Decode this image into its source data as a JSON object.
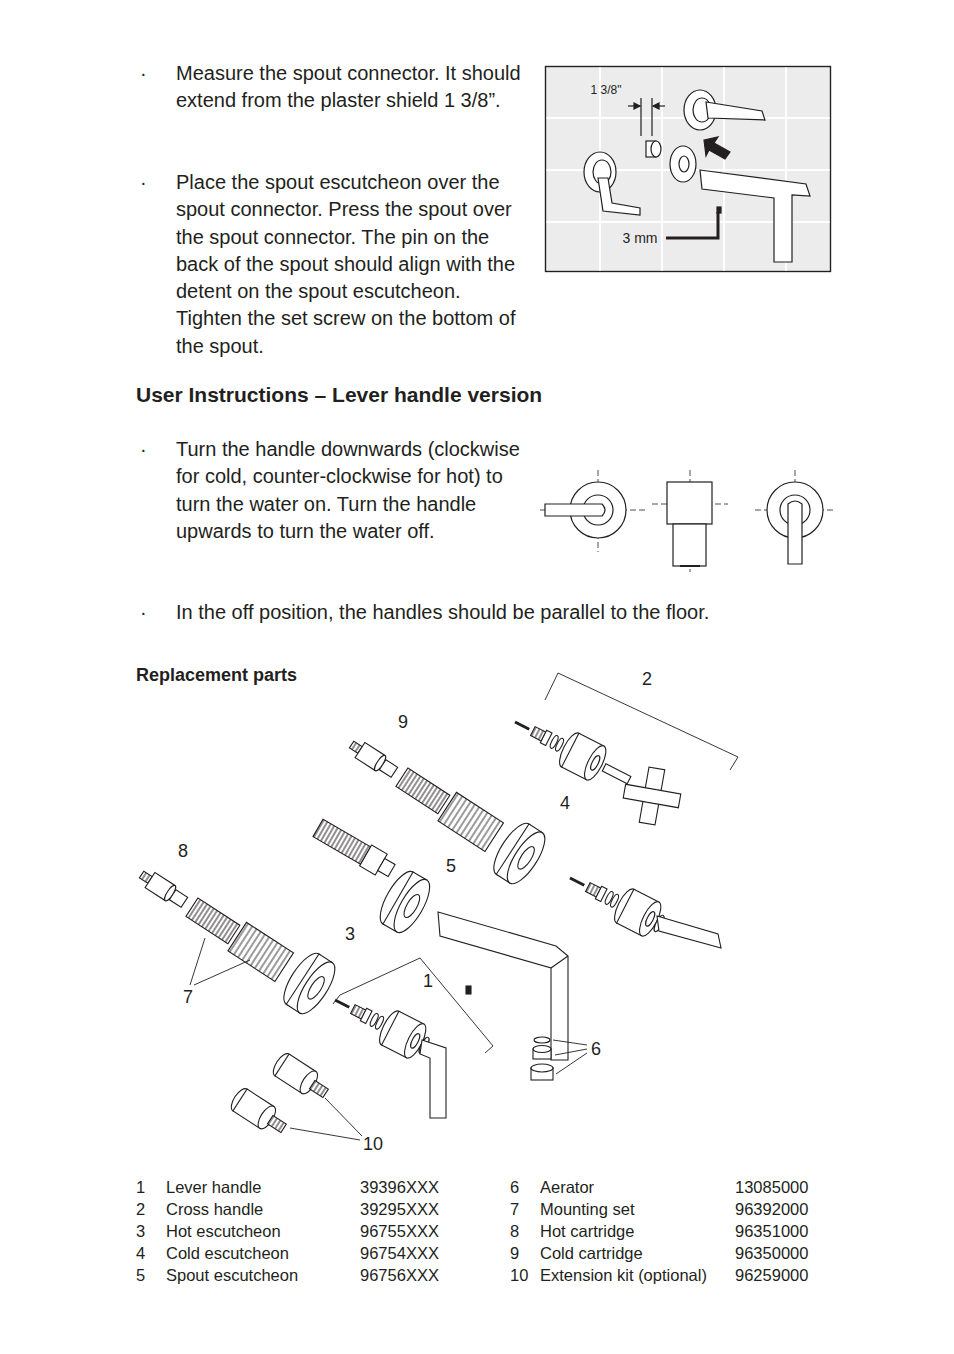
{
  "diagram": {
    "labels": [
      "·",
      "Measure the spout connector. It should extend from the plaster shield 1 3/8”.",
      "·",
      "Place the spout escutcheon over the spout connector. Press the spout over the spout connector. The pin on the back of the spout should align with the detent on the spout escutcheon. Tighten the set screw on the bottom of the spout.",
      "1 3/8\"",
      "3 mm",
      "User Instructions – Lever handle version",
      "·",
      "Turn the handle downwards (clockwise for cold, counter-clockwise for hot) to turn the water on. Turn the handle upwards to turn the water off.",
      "·",
      "In the off position, the handles should be parallel to the floor.",
      "Replacement parts",
      "2",
      "9",
      "4",
      "8",
      "5",
      "3",
      "1",
      "7",
      "6",
      "10",
      "1",
      "Lever handle",
      "39396XXX",
      "6",
      "Aerator",
      "13085000",
      "2",
      "Cross handle",
      "39295XXX",
      "7",
      "Mounting set",
      "96392000",
      "3",
      "Hot escutcheon",
      "96755XXX",
      "8",
      "Hot cartridge",
      "96351000",
      "4",
      "Cold escutcheon",
      "96754XXX",
      "9",
      "Cold cartridge",
      "96350000",
      "5",
      "Spout escutcheon",
      "96756XXX",
      "10",
      "Extension kit (optional)",
      "96259000"
    ]
  }
}
